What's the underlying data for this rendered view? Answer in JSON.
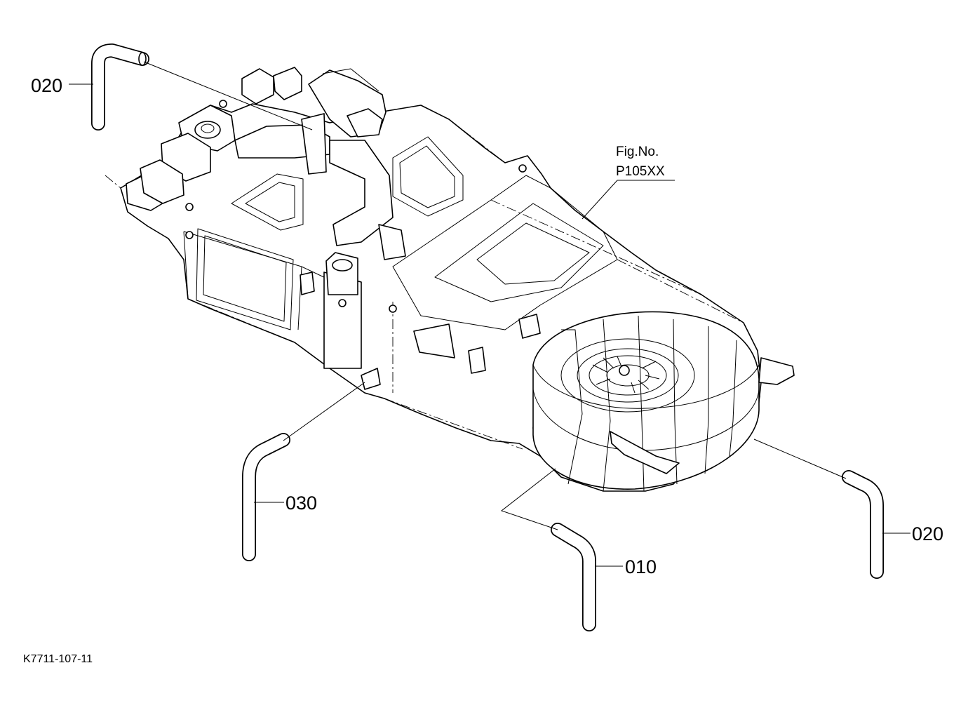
{
  "figure": {
    "fig_label": "Fig.No.",
    "fig_number": "P105XX",
    "document_number": "K7711-107-11"
  },
  "callouts": [
    {
      "id": "top-left",
      "part_no": "020"
    },
    {
      "id": "bottom-left",
      "part_no": "030"
    },
    {
      "id": "bottom-center",
      "part_no": "010"
    },
    {
      "id": "right",
      "part_no": "020"
    }
  ]
}
